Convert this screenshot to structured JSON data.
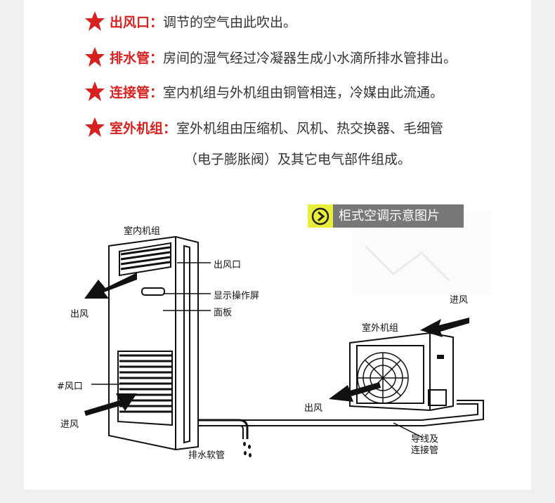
{
  "bullets": [
    {
      "term": "出风口：",
      "desc": "调节的空气由此吹出。"
    },
    {
      "term": "排水管：",
      "desc": "房间的湿气经过冷凝器生成小水滴所排水管排出。"
    },
    {
      "term": "连接管：",
      "desc": "室内机组与外机组由铜管相连，冷媒由此流通。"
    },
    {
      "term": "室外机组：",
      "desc": "室外机组由压缩机、风机、热交换器、毛细管",
      "continuation": "（电子膨胀阀）及其它电气部件组成。"
    }
  ],
  "tag": {
    "label": "柜式空调示意图片",
    "icon": "play-circle-icon"
  },
  "diagram": {
    "indoor_title": "室内机组",
    "outlet": "出风口",
    "display": "显示操作屏",
    "panel": "面板",
    "air_out_left": "出风",
    "exhaust": "#风口",
    "air_in_left": "进风",
    "drain_hose": "排水软管",
    "outdoor_title": "室外机组",
    "air_in_right": "进风",
    "air_out_right": "出风",
    "pipe_line1": "导线及",
    "pipe_line2": "连接管"
  },
  "colors": {
    "accent_red": "#d8201f",
    "tag_yellow": "#e8ee3a",
    "tag_gray": "#777777",
    "background": "#f0f0f0"
  }
}
